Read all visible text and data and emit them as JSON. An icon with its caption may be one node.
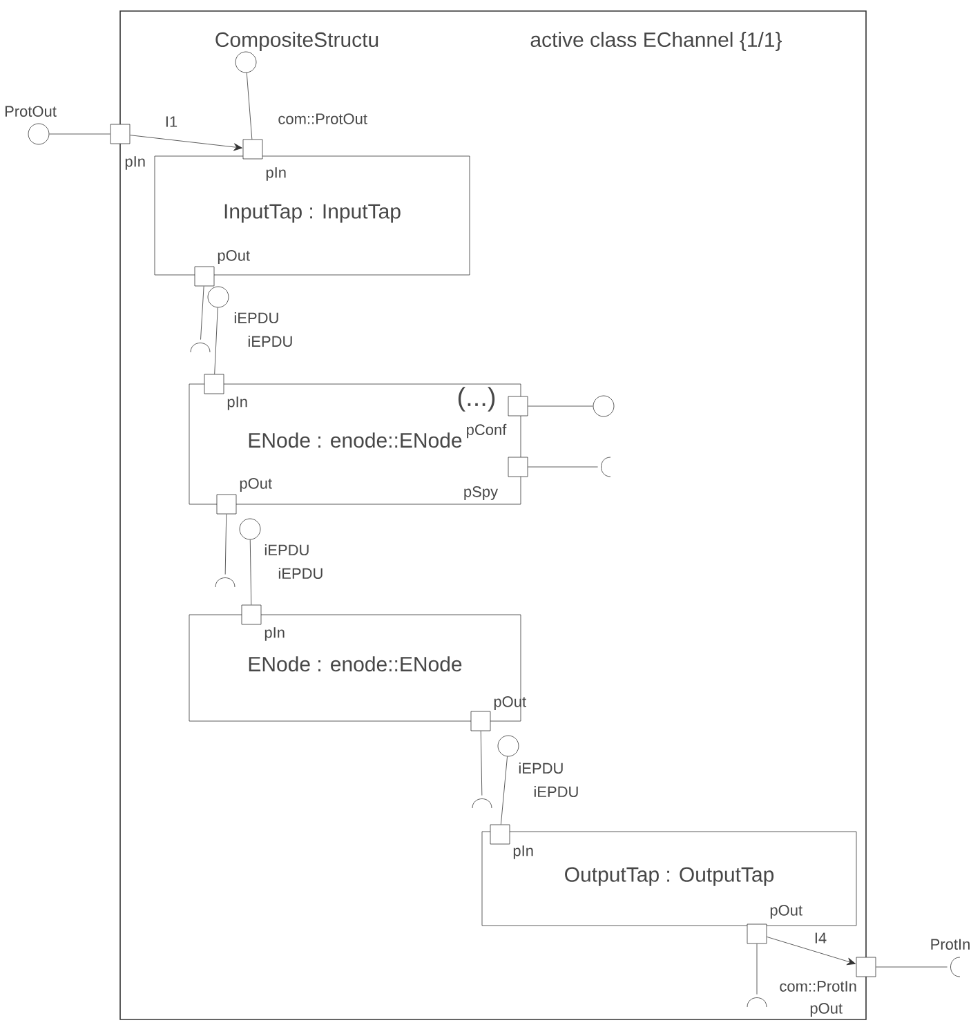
{
  "diagram": {
    "nodes": [
      {
        "text": [
          "CompositeStructu",
          "active class EChannel {1/1}"
        ]
      },
      {
        "text": [
          "InputTap : InputTap"
        ],
        "in": 0
      },
      {
        "text": [
          "ENode : enode::ENode"
        ],
        "in": 0
      },
      {
        "text": [
          "ENode : enode::ENode"
        ],
        "in": 0
      },
      {
        "text": [
          "OutputTap : OutputTap"
        ],
        "in": 0
      },
      {
        "text": [],
        "shape": "box",
        "beside": [
          "pIn"
        ]
      },
      {
        "text": [],
        "shape": "box",
        "in": 0,
        "beside": [
          "pIn",
          "com::ProtOut"
        ]
      },
      {
        "text": [],
        "shape": "box",
        "in": 0,
        "beside": [
          "pOut"
        ]
      },
      {
        "text": [],
        "shape": "box",
        "in": 0,
        "beside": [
          "pIn"
        ]
      },
      {
        "text": [],
        "shape": "box",
        "in": 0
      },
      {
        "text": [],
        "shape": "box",
        "in": 0
      },
      {
        "text": [],
        "shape": "box",
        "in": 0,
        "beside": [
          "pOut"
        ]
      },
      {
        "text": [],
        "shape": "box",
        "in": 0,
        "beside": [
          "pIn"
        ]
      },
      {
        "text": [],
        "shape": "box",
        "in": 0,
        "beside": [
          "pOut"
        ]
      },
      {
        "text": [],
        "shape": "box",
        "in": 0,
        "beside": [
          "pIn"
        ]
      },
      {
        "text": [],
        "shape": "box",
        "in": 0,
        "beside": [
          "pOut"
        ]
      },
      {
        "text": [],
        "shape": "box",
        "beside": [
          "com::ProtIn",
          "pOut"
        ]
      },
      {
        "text": [
          "ProtOut"
        ]
      },
      {
        "text": [],
        "shape": "circle",
        "in": 0
      },
      {
        "text": [],
        "shape": "circle",
        "in": 0,
        "beside": [
          "iEPDU"
        ]
      },
      {
        "text": [],
        "shape": "socket",
        "in": 0,
        "beside": [
          "iEPDU"
        ]
      },
      {
        "text": [],
        "shape": "circle",
        "in": 0
      },
      {
        "text": [],
        "shape": "socket",
        "in": 0
      },
      {
        "text": [],
        "shape": "circle",
        "in": 0,
        "beside": [
          "iEPDU"
        ]
      },
      {
        "text": [],
        "shape": "socket",
        "in": 0,
        "beside": [
          "iEPDU"
        ]
      },
      {
        "text": [],
        "shape": "circle",
        "in": 0,
        "beside": [
          "iEPDU"
        ]
      },
      {
        "text": [],
        "shape": "socket",
        "in": 0,
        "beside": [
          "iEPDU"
        ]
      },
      {
        "text": [],
        "shape": "socket",
        "in": 0
      },
      {
        "text": [
          "ProtIn"
        ]
      }
    ],
    "edges": [
      {
        "from": 17,
        "to": 5,
        "arrow": "none"
      },
      {
        "from": 5,
        "to": 6,
        "arrow": "to",
        "label": "I1"
      },
      {
        "from": 6,
        "to": 18,
        "arrow": "none"
      },
      {
        "from": 7,
        "to": 20,
        "arrow": "none"
      },
      {
        "from": 8,
        "to": 19,
        "arrow": "none"
      },
      {
        "from": 9,
        "to": 21,
        "arrow": "none"
      },
      {
        "from": 10,
        "to": 22,
        "arrow": "none"
      },
      {
        "from": 11,
        "to": 24,
        "arrow": "none"
      },
      {
        "from": 12,
        "to": 23,
        "arrow": "none"
      },
      {
        "from": 13,
        "to": 26,
        "arrow": "none"
      },
      {
        "from": 14,
        "to": 25,
        "arrow": "none"
      },
      {
        "from": 15,
        "to": 16,
        "arrow": "to",
        "label": "I4"
      },
      {
        "from": 15,
        "to": 27,
        "arrow": "none"
      },
      {
        "from": 16,
        "to": 28,
        "arrow": "none"
      }
    ],
    "labels": [
      "(...)",
      "pConf",
      "pSpy"
    ]
  }
}
